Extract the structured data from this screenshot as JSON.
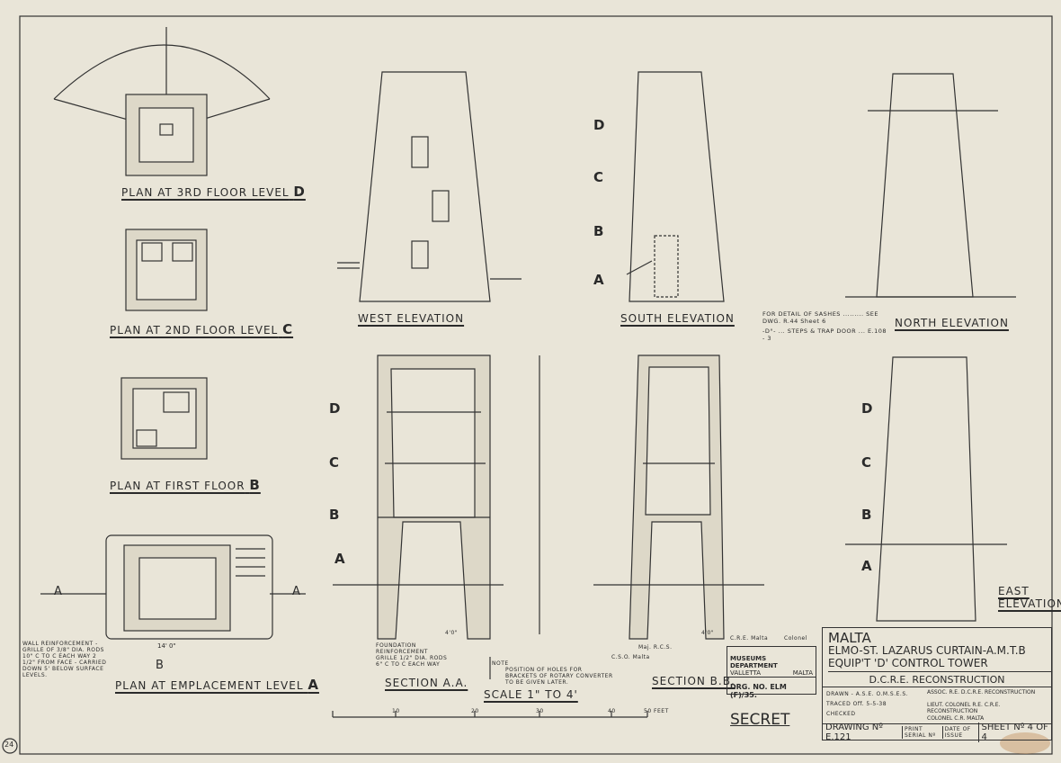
{
  "plans": {
    "level_d": {
      "label": "PLAN AT 3RD FLOOR LEVEL",
      "letter": "D"
    },
    "level_c": {
      "label": "PLAN AT 2ND FLOOR LEVEL",
      "letter": "C"
    },
    "level_b": {
      "label": "PLAN AT FIRST FLOOR",
      "letter": "B"
    },
    "level_a": {
      "label": "PLAN AT EMPLACEMENT LEVEL",
      "letter": "A",
      "width_dim": "14' 0\"",
      "section_mark": "A",
      "section_mark_b": "B"
    },
    "wall_note": "WALL REINFORCEMENT - GRILLE OF 3/8\" DIA. RODS 10\" C TO C EACH WAY 2 1/2\" FROM FACE - CARRIED DOWN 5' BELOW SURFACE LEVELS."
  },
  "elevations": {
    "west": "WEST ELEVATION",
    "south": "SOUTH ELEVATION",
    "north": "NORTH ELEVATION",
    "east": "EAST ELEVATION",
    "levels": [
      "D",
      "C",
      "B",
      "A"
    ]
  },
  "sections": {
    "aa": "SECTION A.A.",
    "bb": "SECTION B.B.",
    "dim_aa": "4'0\"",
    "dim_bb": "4'0\""
  },
  "notes": {
    "sashes": "FOR DETAIL OF SASHES ......... SEE DWG. R.44 Sheet 6",
    "steps": "-D°- ... STEPS & TRAP DOOR ... E.108 - 3",
    "note_title": "NOTE",
    "note_body": "POSITION OF HOLES FOR BRACKETS OF ROTARY CONVERTER TO BE GIVEN LATER.",
    "foundation": "FOUNDATION REINFORCEMENT GRILLE 1/2\" DIA. RODS 6\" C TO C EACH WAY"
  },
  "scale": {
    "label": "SCALE 1\" TO 4'",
    "ticks": [
      "10",
      "20",
      "30",
      "40",
      "50 FEET"
    ]
  },
  "secret": "SECRET",
  "signatures": {
    "left_role": "Maj. R.C.S.",
    "left_sub": "C.S.O. Malta",
    "right_role": "Colonel",
    "right_sub": "C.R.E. Malta"
  },
  "stamp": {
    "title": "MUSEUMS DEPARTMENT",
    "place": "VALLETTA",
    "country": "MALTA",
    "drg_no": "DRG. NO. ELM (F)/35."
  },
  "title_block": {
    "line1": "MALTA",
    "line2": "ELMO-ST. LAZARUS CURTAIN-A.M.T.B",
    "line3": "EQUIP'T 'D' CONTROL TOWER",
    "line4": "D.C.R.E. RECONSTRUCTION",
    "drawn": "DRAWN - A.S.E. O.M.S.E.S.",
    "traced": "TRACED Off. 5-5-38",
    "checked": "CHECKED",
    "sig1_role": "ASSOC. R.E. D.C.R.E. RECONSTRUCTION",
    "sig2_role": "LIEUT. COLONEL R.E. C.R.E. RECONSTRUCTION",
    "sig3_role": "COLONEL C.R. MALTA",
    "drawing_no": "DRAWING Nº E.121",
    "print_serial": "PRINT SERIAL Nº",
    "date_of_issue": "DATE OF ISSUE",
    "sheet": "SHEET Nº 4 OF 4"
  },
  "corner_number": "24"
}
